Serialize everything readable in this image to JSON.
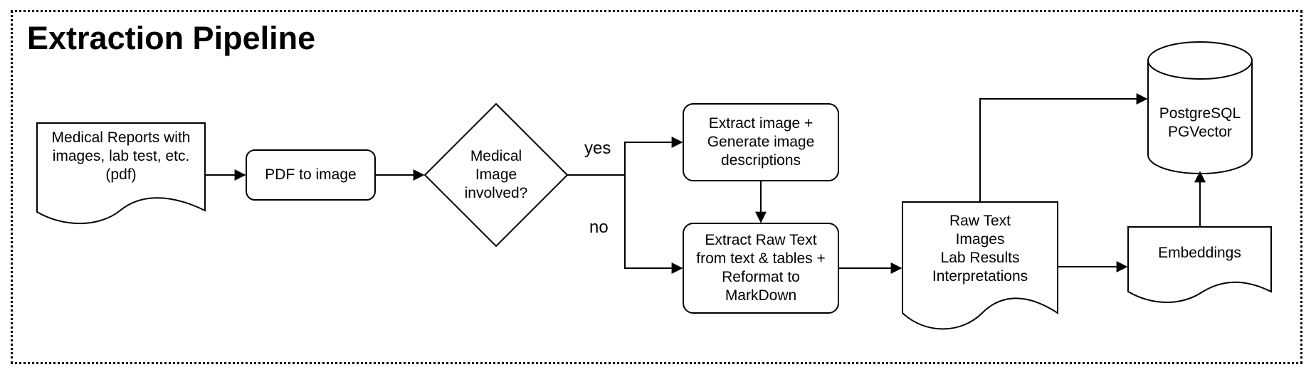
{
  "title": "Extraction Pipeline",
  "nodes": {
    "reports": [
      "Medical Reports with",
      "images, lab test, etc.",
      "(pdf)"
    ],
    "pdf_to_image": [
      "PDF to image"
    ],
    "decision": [
      "Medical",
      "Image",
      "involved?"
    ],
    "extract_image": [
      "Extract image +",
      "Generate image",
      "descriptions"
    ],
    "extract_text": [
      "Extract Raw Text",
      "from text & tables +",
      "Reformat to",
      "MarkDown"
    ],
    "outputs": [
      "Raw Text",
      "Images",
      "Lab Results",
      "Interpretations"
    ],
    "embeddings": [
      "Embeddings"
    ],
    "database": [
      "PostgreSQL",
      "PGVector"
    ]
  },
  "branches": {
    "yes": "yes",
    "no": "no"
  }
}
